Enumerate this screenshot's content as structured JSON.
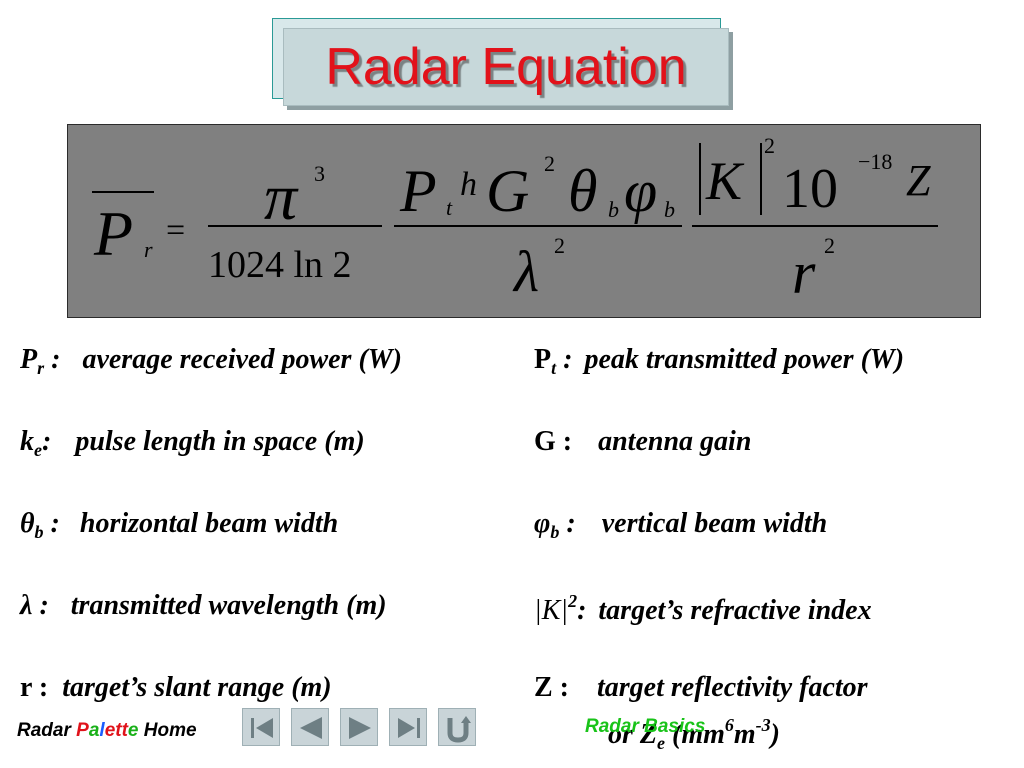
{
  "title": "Radar Equation",
  "equation": {
    "lhs_symbol": "P",
    "lhs_sub": "r",
    "equals": "=",
    "pi": "π",
    "pi_power": "3",
    "const_denominator": "1024 ln 2",
    "num2_P": "P",
    "num2_P_sub": "t",
    "num2_h": "h",
    "num2_G": "G",
    "num2_G_power": "2",
    "num2_theta": "θ",
    "num2_theta_sub": "b",
    "num2_phi": "φ",
    "num2_phi_sub": "b",
    "den2_lambda": "λ",
    "den2_lambda_power": "2",
    "num3_K": "K",
    "num3_K_power": "2",
    "num3_ten": "10",
    "num3_ten_power": "−18",
    "num3_Z": "Z",
    "den3_r": "r",
    "den3_r_power": "2"
  },
  "definitions": {
    "pr": {
      "symbol": "P",
      "sub": "r",
      "sep": " :",
      "text": "average received power (W)"
    },
    "pt": {
      "symbol": "P",
      "sub": "t",
      "sep": " :",
      "text": "peak transmitted power (W)"
    },
    "ke": {
      "symbol": "k",
      "sub": "e",
      "sep": ":",
      "text": "pulse length in space (m)"
    },
    "g": {
      "symbol": "G :",
      "text": "antenna gain"
    },
    "theta": {
      "symbol": "θ",
      "sub": "b",
      "sep": " :",
      "text": "horizontal beam width"
    },
    "phi": {
      "symbol": "φ",
      "sub": "b",
      "sep": " :",
      "text": "vertical beam width"
    },
    "lambda": {
      "symbol": "λ",
      "sep": " :",
      "text": "transmitted wavelength (m)"
    },
    "k2": {
      "symbol": "|K|",
      "sup": "2",
      "sep": ":",
      "text": "target’s refractive index"
    },
    "r": {
      "symbol": "r :",
      "text": "target’s slant range (m)"
    },
    "z": {
      "symbol": "Z :",
      "text": "target reflectivity factor"
    },
    "z_alt": {
      "prefix": "or Z",
      "sub": "e",
      "unit_open": " (mm",
      "unit_sup1": "6",
      "unit_mid": "m",
      "unit_sup2": "-3",
      "unit_close": ")"
    }
  },
  "nav": {
    "home_link": {
      "part1": "Radar ",
      "p": "P",
      "a": "a",
      "l": "l",
      "e": "e",
      "tt": "tt",
      "e2": "e",
      "part2": " Home"
    },
    "buttons": [
      "first-page",
      "previous-page",
      "next-page",
      "last-page",
      "return"
    ],
    "basics_link": "Radar Basics",
    "colors": {
      "p": "#e0121a",
      "a": "#19b019",
      "l": "#1a5cff",
      "e": "#e0121a",
      "tt": "#e0121a",
      "basics": "#19c319"
    }
  }
}
